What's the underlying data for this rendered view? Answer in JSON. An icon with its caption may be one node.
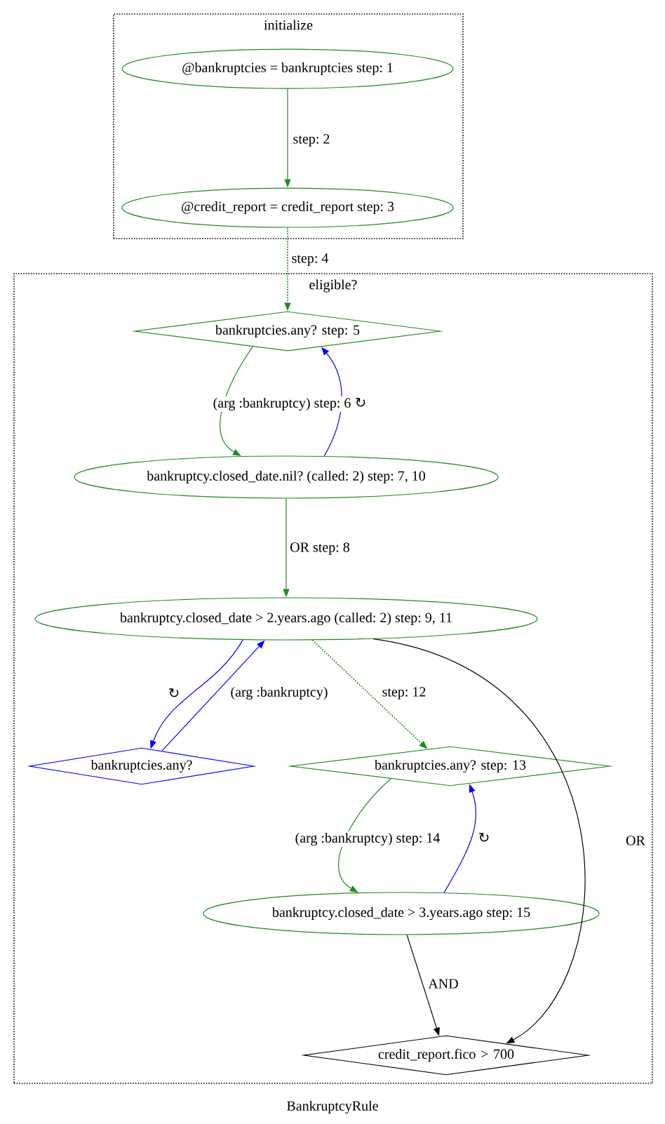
{
  "diagram": {
    "caption": "BankruptcyRule",
    "nodes": [
      {
        "text": [
          "initialize"
        ]
      },
      {
        "text": [
          "@bankruptcies = bankruptcies step: 1"
        ],
        "in": 0
      },
      {
        "text": [
          "@credit_report = credit_report step: 3"
        ],
        "in": 0
      },
      {
        "text": [
          "eligible?"
        ]
      },
      {
        "text": [
          "bankruptcies.any? step: 5"
        ],
        "in": 3
      },
      {
        "text": [
          "bankruptcy.closed_date.nil? (called: 2) step: 7, 10"
        ],
        "in": 3
      },
      {
        "text": [
          "bankruptcy.closed_date > 2.years.ago (called: 2) step: 9, 11"
        ],
        "in": 3
      },
      {
        "text": [
          "bankruptcies.any?"
        ],
        "in": 3
      },
      {
        "text": [
          "bankruptcies.any? step: 13"
        ],
        "in": 3
      },
      {
        "text": [
          "bankruptcy.closed_date > 3.years.ago step: 15"
        ],
        "in": 3
      },
      {
        "text": [
          "credit_report.fico > 700"
        ],
        "in": 3
      }
    ],
    "edges": [
      {
        "from": 1,
        "to": 2,
        "arrow": "to",
        "label": "step: 2"
      },
      {
        "from": 2,
        "to": 4,
        "arrow": "to",
        "label": "step: 4",
        "style": "dashed"
      },
      {
        "from": 4,
        "to": 5,
        "arrow": "to",
        "label": "(arg :bankruptcy) step: 6"
      },
      {
        "from": 5,
        "to": 4,
        "arrow": "to",
        "label": "↻",
        "color": "#0000ff"
      },
      {
        "from": 5,
        "to": 6,
        "arrow": "to",
        "label": "OR step: 8"
      },
      {
        "from": 6,
        "to": 7,
        "arrow": "to",
        "label": "↻",
        "color": "#0000ff"
      },
      {
        "from": 7,
        "to": 6,
        "arrow": "to",
        "label": "(arg :bankruptcy)",
        "color": "#0000ff"
      },
      {
        "from": 6,
        "to": 8,
        "arrow": "to",
        "label": "step: 12",
        "style": "dashed"
      },
      {
        "from": 8,
        "to": 9,
        "arrow": "to",
        "label": "(arg :bankruptcy) step: 14"
      },
      {
        "from": 9,
        "to": 8,
        "arrow": "to",
        "label": "↻",
        "color": "#0000ff"
      },
      {
        "from": 9,
        "to": 10,
        "arrow": "to",
        "label": "AND",
        "color": "#000000"
      },
      {
        "from": 6,
        "to": 10,
        "arrow": "to",
        "label": "OR",
        "color": "#000000"
      }
    ]
  }
}
